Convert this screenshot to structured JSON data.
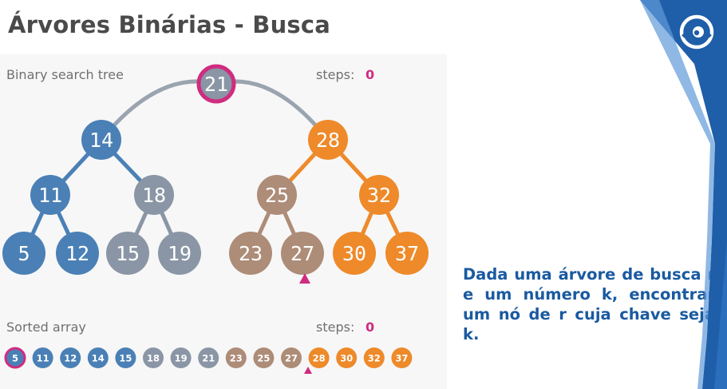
{
  "title": "Árvores Binárias - Busca",
  "tree_panel": {
    "label": "Binary search tree",
    "steps_label": "steps:",
    "steps_value": "0"
  },
  "array_panel": {
    "label": "Sorted array",
    "steps_label": "steps:",
    "steps_value": "0"
  },
  "tree_nodes": [
    "21",
    "14",
    "28",
    "11",
    "18",
    "25",
    "32",
    "5",
    "12",
    "15",
    "19",
    "23",
    "27",
    "30",
    "37"
  ],
  "array_values": [
    "5",
    "11",
    "12",
    "14",
    "15",
    "18",
    "19",
    "21",
    "23",
    "25",
    "27",
    "28",
    "30",
    "32",
    "37"
  ],
  "caption": "Dada uma árvore de busca r e um número k, encontrar um nó de r cuja chave seja k.",
  "colors": {
    "blue": "#4a80b6",
    "slate": "#8a96a5",
    "tan": "#ad8c78",
    "orange": "#ee8a2a",
    "highlight": "#d02c80",
    "title": "#4a4a4a",
    "caption": "#1a5aa0",
    "brand_blue": "#1f5ea8"
  },
  "logo_icon": "eye-swirl-icon"
}
